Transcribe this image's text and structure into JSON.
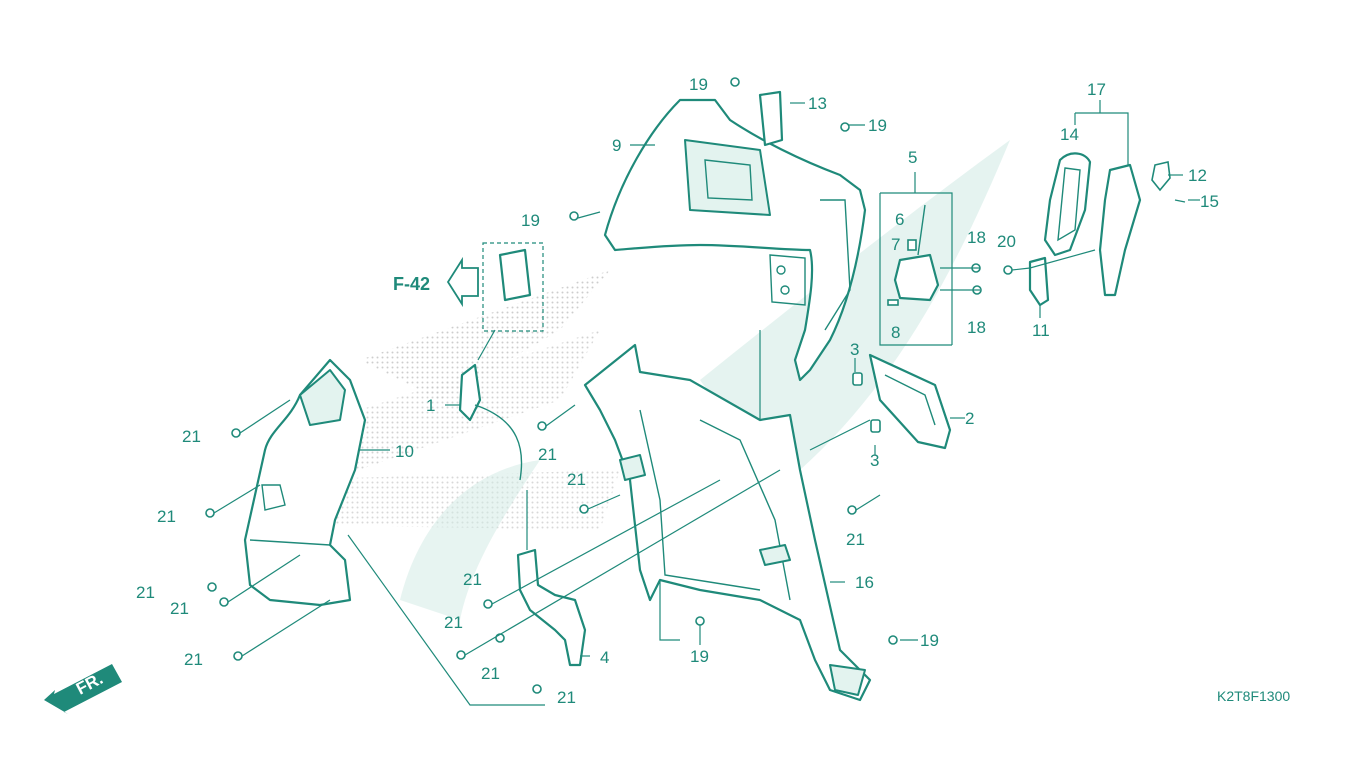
{
  "diagram": {
    "code": "K2T8F1300",
    "reference_label": "F-42",
    "direction_label": "FR.",
    "callouts": [
      "1",
      "2",
      "3",
      "3",
      "4",
      "5",
      "6",
      "7",
      "8",
      "9",
      "10",
      "11",
      "12",
      "13",
      "14",
      "15",
      "16",
      "17",
      "18",
      "18",
      "19",
      "19",
      "19",
      "19",
      "19",
      "20",
      "21",
      "21",
      "21",
      "21",
      "21",
      "21",
      "21",
      "21",
      "21",
      "21",
      "21",
      "21"
    ],
    "colors": {
      "line": "#1f8a7a",
      "tint": "#e3f3ef",
      "watermark": "#cfe9e3"
    },
    "icons": [
      "forward-arrow-icon",
      "reference-arrow-icon",
      "honda-wing-watermark-icon"
    ]
  }
}
